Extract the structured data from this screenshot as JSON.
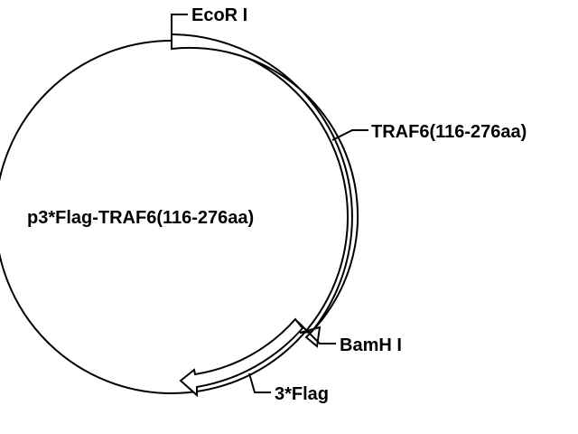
{
  "diagram": {
    "type": "plasmid-map",
    "plasmid_name": "p3*Flag-TRAF6(116-276aa)",
    "features": [
      {
        "name": "TRAF6(116-276aa)",
        "kind": "insert"
      },
      {
        "name": "3*Flag",
        "kind": "tag"
      }
    ],
    "restriction_sites": [
      {
        "name": "EcoR I"
      },
      {
        "name": "BamH I"
      }
    ],
    "colors": {
      "stroke": "#000000",
      "fill": "#ffffff",
      "text": "#000000"
    }
  }
}
